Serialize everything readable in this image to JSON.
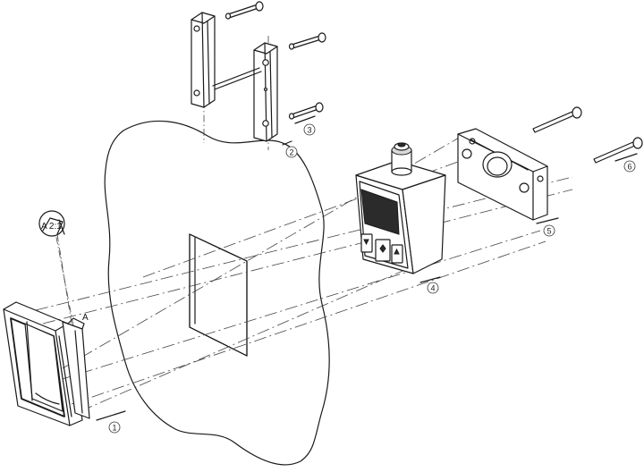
{
  "labels": {
    "item1": "1",
    "item2": "2",
    "item3": "3",
    "item4": "4",
    "item5": "5",
    "item6": "6",
    "detail_ref": "A",
    "detail_callout": "A 2:1"
  }
}
